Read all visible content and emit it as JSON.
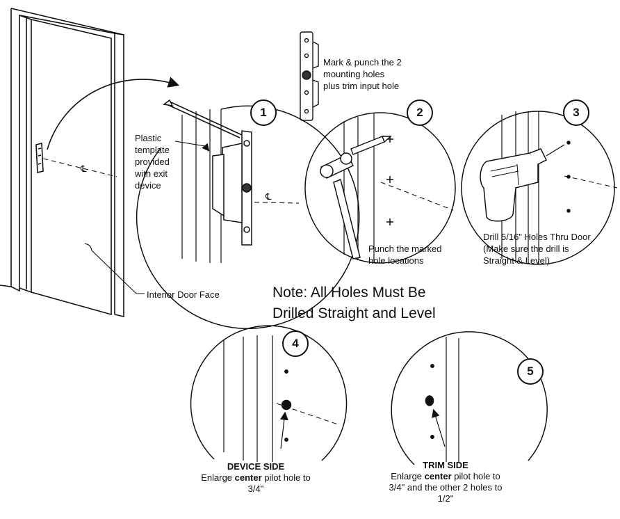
{
  "template_note": {
    "lines": [
      "Mark & punch the 2",
      "mounting holes",
      "plus trim input hole"
    ]
  },
  "plastic_template": {
    "lines": [
      "Plastic",
      "template",
      "provided",
      "with exit",
      "device"
    ]
  },
  "door": {
    "face_label": "Interior Door Face",
    "centerline_symbol": "℄"
  },
  "steps": [
    {
      "number": "1"
    },
    {
      "number": "2",
      "caption": [
        "Punch the marked",
        "hole locations"
      ]
    },
    {
      "number": "3",
      "caption": [
        "Drill 5/16\" Holes Thru Door",
        "(Make sure the drill is",
        "Straight & Level)"
      ]
    },
    {
      "number": "4",
      "title": "DEVICE SIDE",
      "pre": "Enlarge ",
      "emph": "center",
      "post": " pilot hole to",
      "tail": [
        "3/4\""
      ]
    },
    {
      "number": "5",
      "title": "TRIM SIDE",
      "pre": "Enlarge ",
      "emph": "center",
      "post": " pilot hole to",
      "tail": [
        "3/4\" and the other 2 holes to",
        "1/2\""
      ]
    }
  ],
  "note": {
    "line1": "Note: All Holes Must Be",
    "line2": "Drilled Straight and Level"
  },
  "icons": [
    "door-icon",
    "hammer-icon",
    "punch-icon",
    "drill-icon",
    "template-icon",
    "curved-arrow-icon"
  ]
}
